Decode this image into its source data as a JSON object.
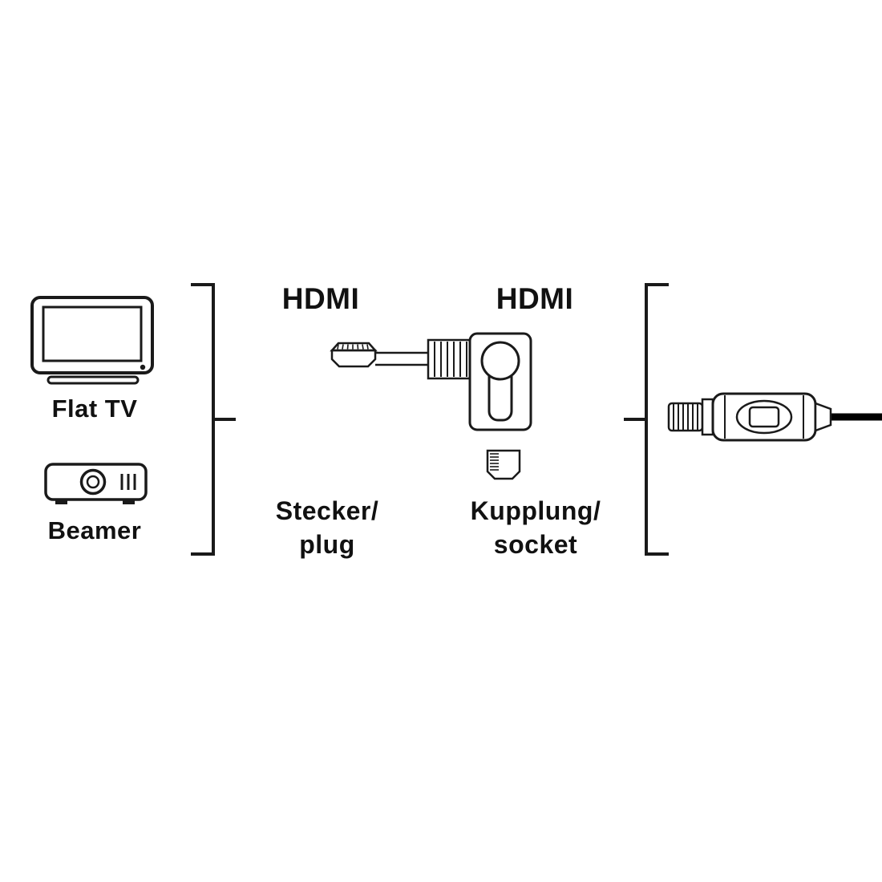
{
  "diagram": {
    "hdmi_label_left": "HDMI",
    "hdmi_label_right": "HDMI",
    "device_tv_label": "Flat TV",
    "device_beamer_label": "Beamer",
    "plug_label_line1": "Stecker/",
    "plug_label_line2": "plug",
    "socket_label_line1": "Kupplung/",
    "socket_label_line2": "socket"
  },
  "colors": {
    "line": "#1a1a1a",
    "background": "#ffffff",
    "cable": "#000000"
  }
}
